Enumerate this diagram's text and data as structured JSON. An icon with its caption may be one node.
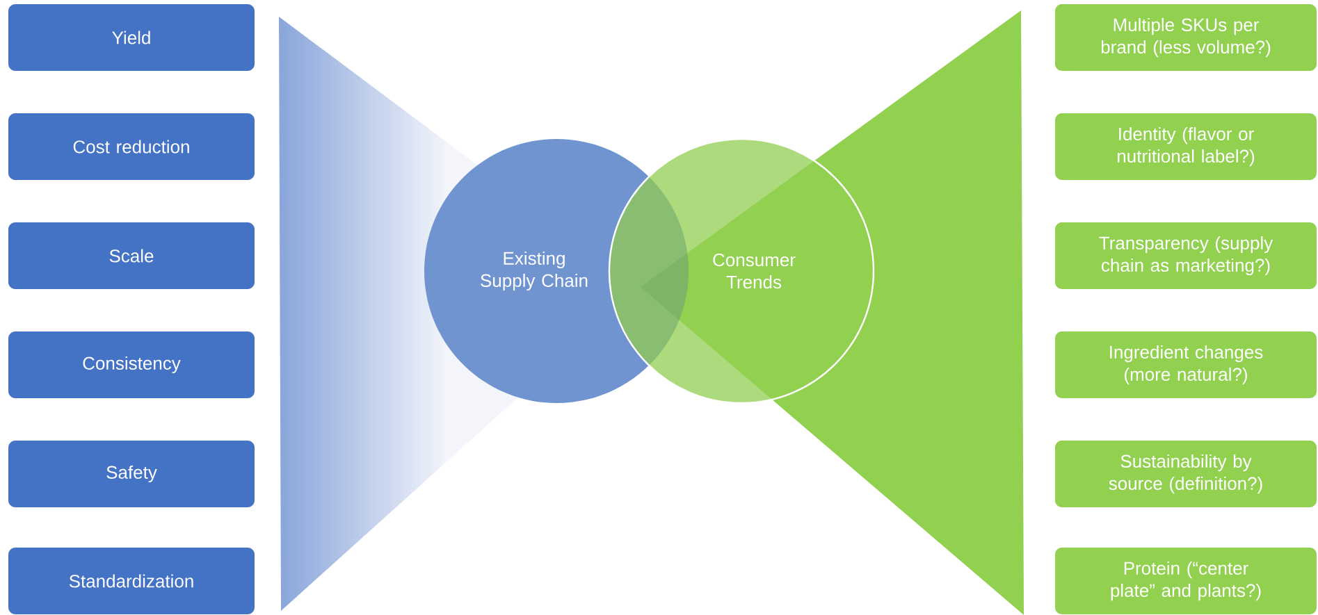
{
  "diagram": {
    "nodes": [
      {
        "text": [
          "Yield"
        ]
      },
      {
        "text": [
          "Cost reduction"
        ]
      },
      {
        "text": [
          "Scale"
        ]
      },
      {
        "text": [
          "Consistency"
        ]
      },
      {
        "text": [
          "Safety"
        ]
      },
      {
        "text": [
          "Standardization"
        ]
      },
      {
        "text": [
          "Existing Supply Chain"
        ]
      },
      {
        "text": [
          "Consumer Trends"
        ]
      },
      {
        "text": [
          "Multiple SKUs per brand (less volume?)"
        ]
      },
      {
        "text": [
          "Identity (flavor or nutritional label?)"
        ]
      },
      {
        "text": [
          "Transparency (supply chain as marketing?)"
        ]
      },
      {
        "text": [
          "Ingredient changes (more natural?)"
        ]
      },
      {
        "text": [
          "Sustainability by source (definition?)"
        ]
      },
      {
        "text": [
          "Protein (“center plate” and plants?)"
        ]
      }
    ]
  }
}
